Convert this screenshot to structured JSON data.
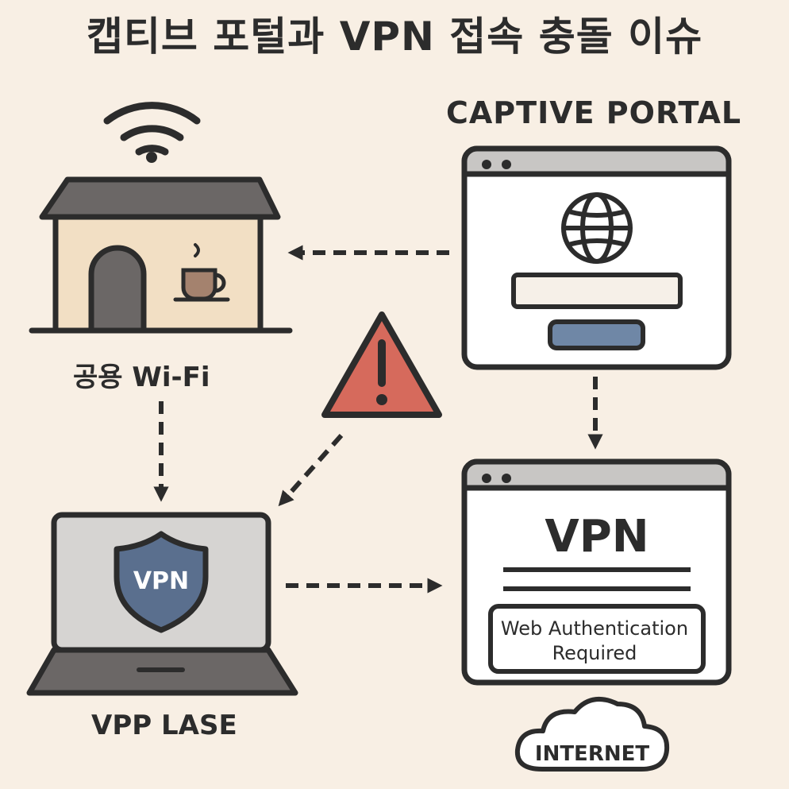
{
  "title": "캡티브 포털과 VPN 접속 충돌 이슈",
  "labels": {
    "captive_portal": "CAPTIVE PORTAL",
    "public_wifi": "공용 Wi-Fi",
    "laptop": "VPP LASE"
  },
  "vpn_window": {
    "heading": "VPN",
    "auth_line1": "Web Authentication",
    "auth_line2": "Required"
  },
  "shield_text": "VPN",
  "cloud_text": "INTERNET",
  "colors": {
    "background": "#f8efe4",
    "outline": "#2c2c2c",
    "house_wall": "#f2dfc4",
    "roof": "#6b6766",
    "window_bar": "#c8c6c4",
    "shield": "#5a6f8e",
    "login_button": "#6f87a6",
    "warning": "#d66a5c",
    "screen": "#d6d4d2"
  },
  "icons": [
    "wifi-icon",
    "coffee-cup-icon",
    "globe-icon",
    "warning-icon",
    "shield-icon",
    "cloud-icon"
  ]
}
